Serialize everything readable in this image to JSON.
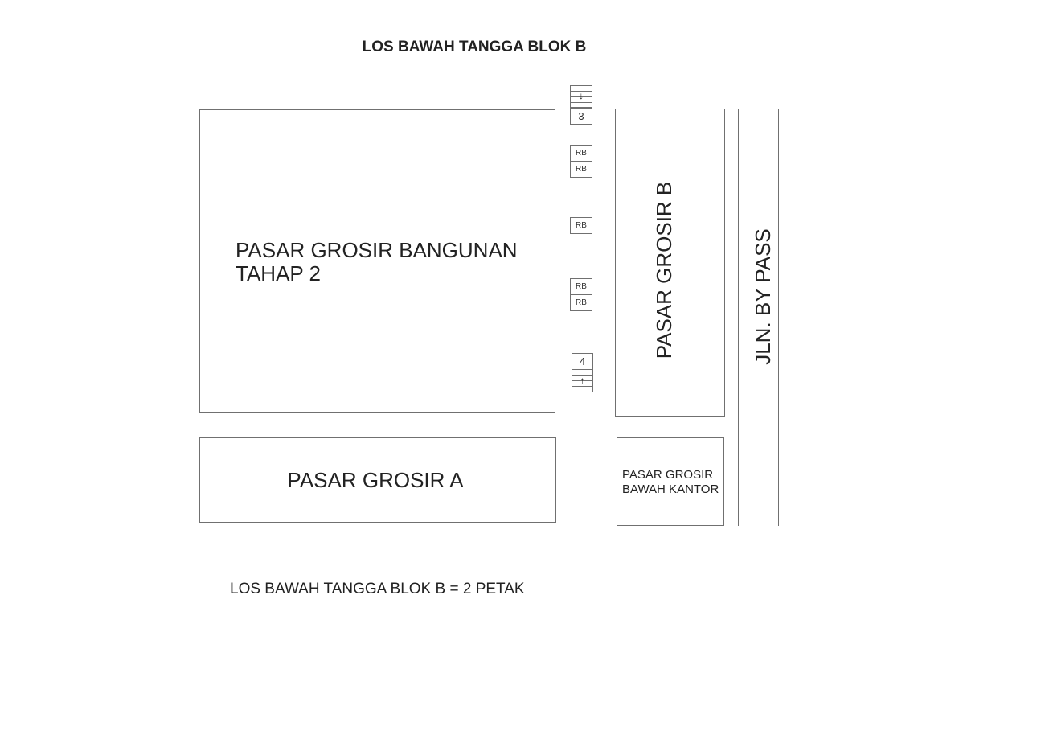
{
  "title": "LOS BAWAH TANGGA BLOK B",
  "buildings": {
    "tahap2": "PASAR GROSIR BANGUNAN\nTAHAP 2",
    "grosir_a": "PASAR GROSIR A",
    "grosir_b": "PASAR GROSIR B",
    "bawah_kantor": "PASAR GROSIR\nBAWAH KANTOR"
  },
  "road_label": "JLN. BY PASS",
  "stairs": {
    "top_number": "3",
    "top_arrow": "↓",
    "bottom_number": "4",
    "bottom_arrow": "↑"
  },
  "stalls": [
    "RB",
    "RB",
    "RB",
    "RB",
    "RB"
  ],
  "note": "LOS BAWAH TANGGA BLOK B = 2 PETAK"
}
